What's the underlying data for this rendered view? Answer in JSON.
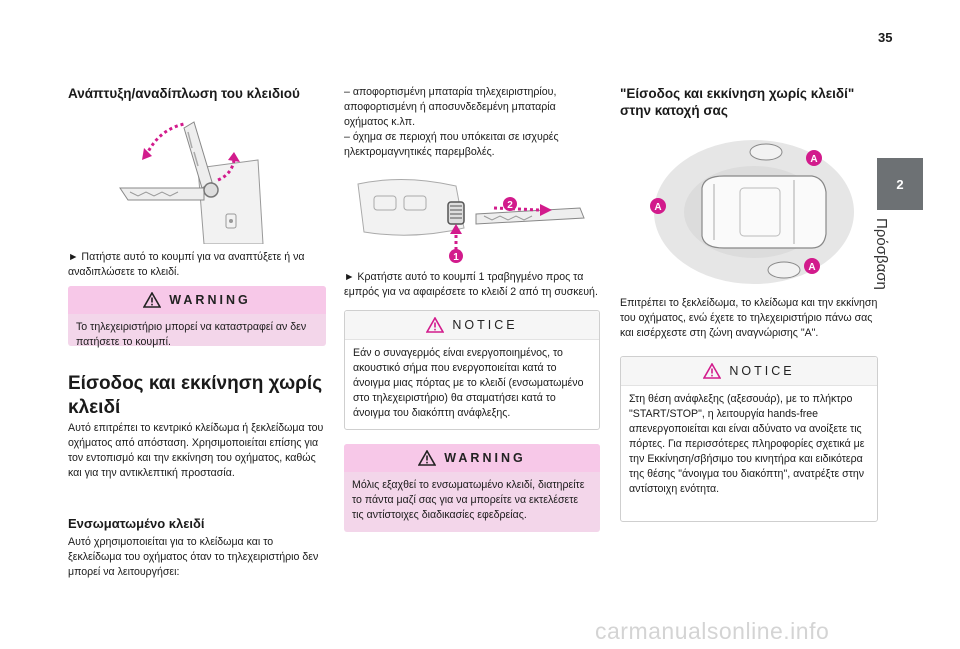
{
  "page_number": "35",
  "chapter": {
    "number": "2",
    "title": "Πρόσβαση"
  },
  "col1": {
    "heading": "Ανάπτυξη/αναδίπλωση του κλειδιού",
    "instruction": "►  Πατήστε αυτό το κουμπί για να αναπτύξετε ή να αναδιπλώσετε το κλειδί.",
    "warning": {
      "label": "WARNING",
      "text": "Το τηλεχειριστήριο μπορεί να καταστραφεί αν δεν πατήσετε το κουμπί."
    },
    "section_title": "Είσοδος και εκκίνηση χωρίς κλειδί",
    "section_text": "Αυτό επιτρέπει το κεντρικό κλείδωμα ή ξεκλείδωμα του οχήματος από απόσταση. Χρησιμοποιείται επίσης για τον εντοπισμό και την εκκίνηση του οχήματος, καθώς και για την αντικλεπτική προστασία.",
    "sub_title": "Ενσωματωμένο κλειδί",
    "sub_text": "Αυτό χρησιμοποιείται για το κλείδωμα και το ξεκλείδωμα του οχήματος όταν το τηλεχειριστήριο δεν μπορεί να λειτουργήσει:"
  },
  "col2": {
    "bullets": "–  αποφορτισμένη μπαταρία τηλεχειριστηρίου, αποφορτισμένη ή αποσυνδεδεμένη μπαταρία οχήματος κ.λπ.\n–  όχημα σε περιοχή που υπόκειται σε ισχυρές ηλεκτρομαγνητικές παρεμβολές.",
    "callout_1": "1",
    "callout_2": "2",
    "instruction": "►  Κρατήστε αυτό το κουμπί 1 τραβηγμένο προς τα εμπρός για να αφαιρέσετε το κλειδί 2 από τη συσκευή.",
    "notice": {
      "label": "NOTICE",
      "text": "Εάν ο συναγερμός είναι ενεργοποιημένος, το ακουστικό σήμα που ενεργοποιείται κατά το άνοιγμα μιας πόρτας με το κλειδί (ενσωματωμένο στο τηλεχειριστήριο) θα σταματήσει κατά το άνοιγμα του διακόπτη ανάφλεξης."
    },
    "warning": {
      "label": "WARNING",
      "text": "Μόλις εξαχθεί το ενσωματωμένο κλειδί, διατηρείτε το πάντα μαζί σας για να μπορείτε να εκτελέσετε τις αντίστοιχες διαδικασίες εφεδρείας."
    }
  },
  "col3": {
    "heading": "\"Είσοδος και εκκίνηση χωρίς κλειδί\" στην κατοχή σας",
    "zone_label": "A",
    "text": "Επιτρέπει το ξεκλείδωμα, το κλείδωμα και την εκκίνηση του οχήματος, ενώ έχετε το τηλεχειριστήριο πάνω σας και εισέρχεστε στη ζώνη αναγνώρισης \"A\".",
    "notice": {
      "label": "NOTICE",
      "text": "Στη θέση ανάφλεξης (αξεσουάρ), με το πλήκτρο \"START/STOP\", η λειτουργία hands-free απενεργοποιείται και είναι αδύνατο να ανοίξετε τις πόρτες. Για περισσότερες πληροφορίες σχετικά με την Εκκίνηση/σβήσιμο του κινητήρα και ειδικότερα της θέσης \"άνοιγμα του διακόπτη\", ανατρέξτε στην αντίστοιχη ενότητα."
    }
  },
  "watermark": "carmanualsonline.info",
  "colors": {
    "warning_bg": "#f3d6ea",
    "warning_head": "#f7c8e8",
    "callout": "#d21b8c",
    "tab": "#6d7174"
  }
}
